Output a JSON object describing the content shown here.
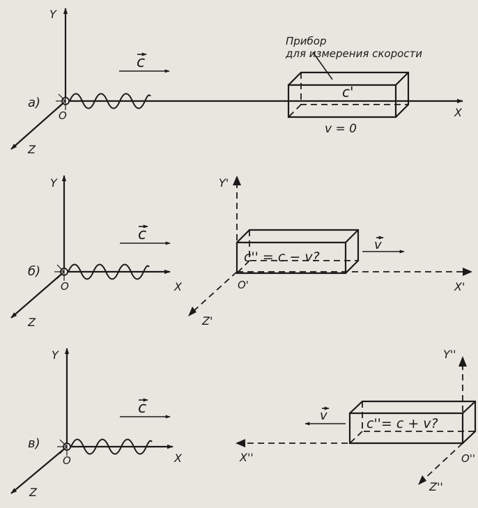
{
  "instrument_label": {
    "line1": "Прибор",
    "line2": "для измерения скорости"
  },
  "panel_a": {
    "tag": "а)",
    "axis_y": "Y",
    "axis_x": "X",
    "axis_z": "Z",
    "origin": "O",
    "light_vector": "c",
    "box_label": "c'",
    "velocity_text": "v = 0"
  },
  "panel_b": {
    "tag": "б)",
    "axis_y": "Y",
    "axis_x": "X",
    "axis_z": "Z",
    "origin": "O",
    "light_vector": "c",
    "axis_y_prime": "Y'",
    "axis_x_prime": "X'",
    "axis_z_prime": "Z'",
    "origin_prime": "O'",
    "box_formula": "c'' = c − v?",
    "velocity_vector": "v"
  },
  "panel_c": {
    "tag": "в)",
    "axis_y": "Y",
    "axis_x": "X",
    "axis_z": "Z",
    "origin": "O",
    "light_vector": "c",
    "axis_y_dprime": "Y''",
    "axis_x_dprime": "X''",
    "axis_z_dprime": "Z''",
    "origin_dprime": "O''",
    "box_formula": "c''= c + v?",
    "velocity_vector": "v"
  }
}
